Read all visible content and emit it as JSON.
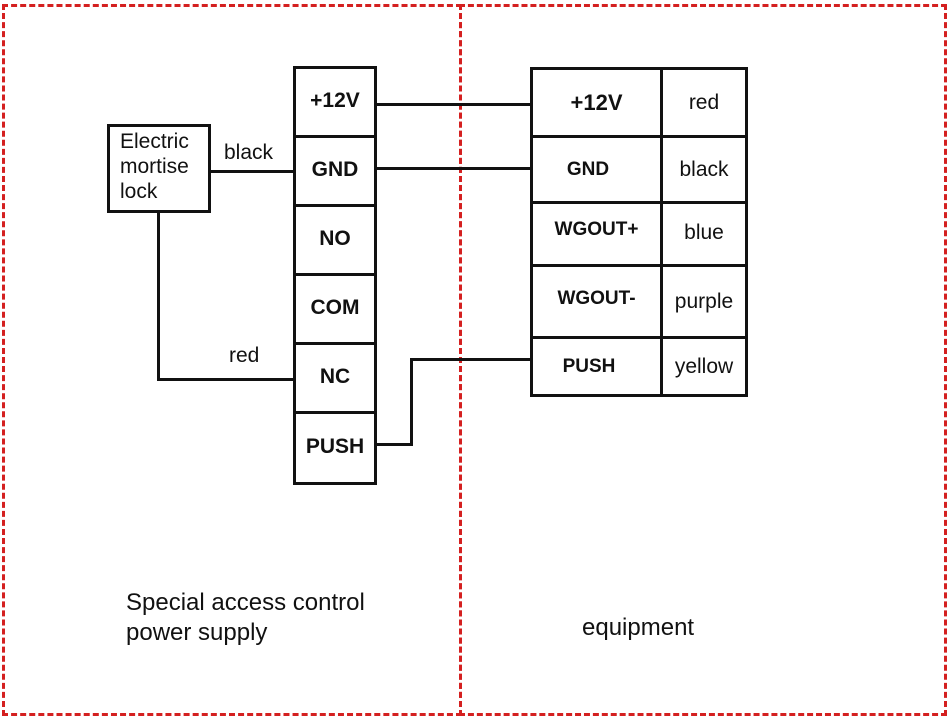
{
  "power_supply": {
    "title_line1": "Special access control",
    "title_line2": "power supply",
    "terminals": [
      "+12V",
      "GND",
      "NO",
      "COM",
      "NC",
      "PUSH"
    ]
  },
  "lock": {
    "line1": "Electric",
    "line2": "mortise",
    "line3": "lock"
  },
  "wires": {
    "black_label": "black",
    "red_label": "red"
  },
  "equipment": {
    "title": "equipment",
    "rows": [
      {
        "label": "+12V",
        "color": "red"
      },
      {
        "label": "GND",
        "color": "black"
      },
      {
        "label": "WGOUT+",
        "color": "blue"
      },
      {
        "label": "WGOUT-",
        "color": "purple"
      },
      {
        "label": "PUSH",
        "color": "yellow"
      }
    ]
  },
  "colors": {
    "boundary": "#d42020",
    "line": "#111111"
  }
}
